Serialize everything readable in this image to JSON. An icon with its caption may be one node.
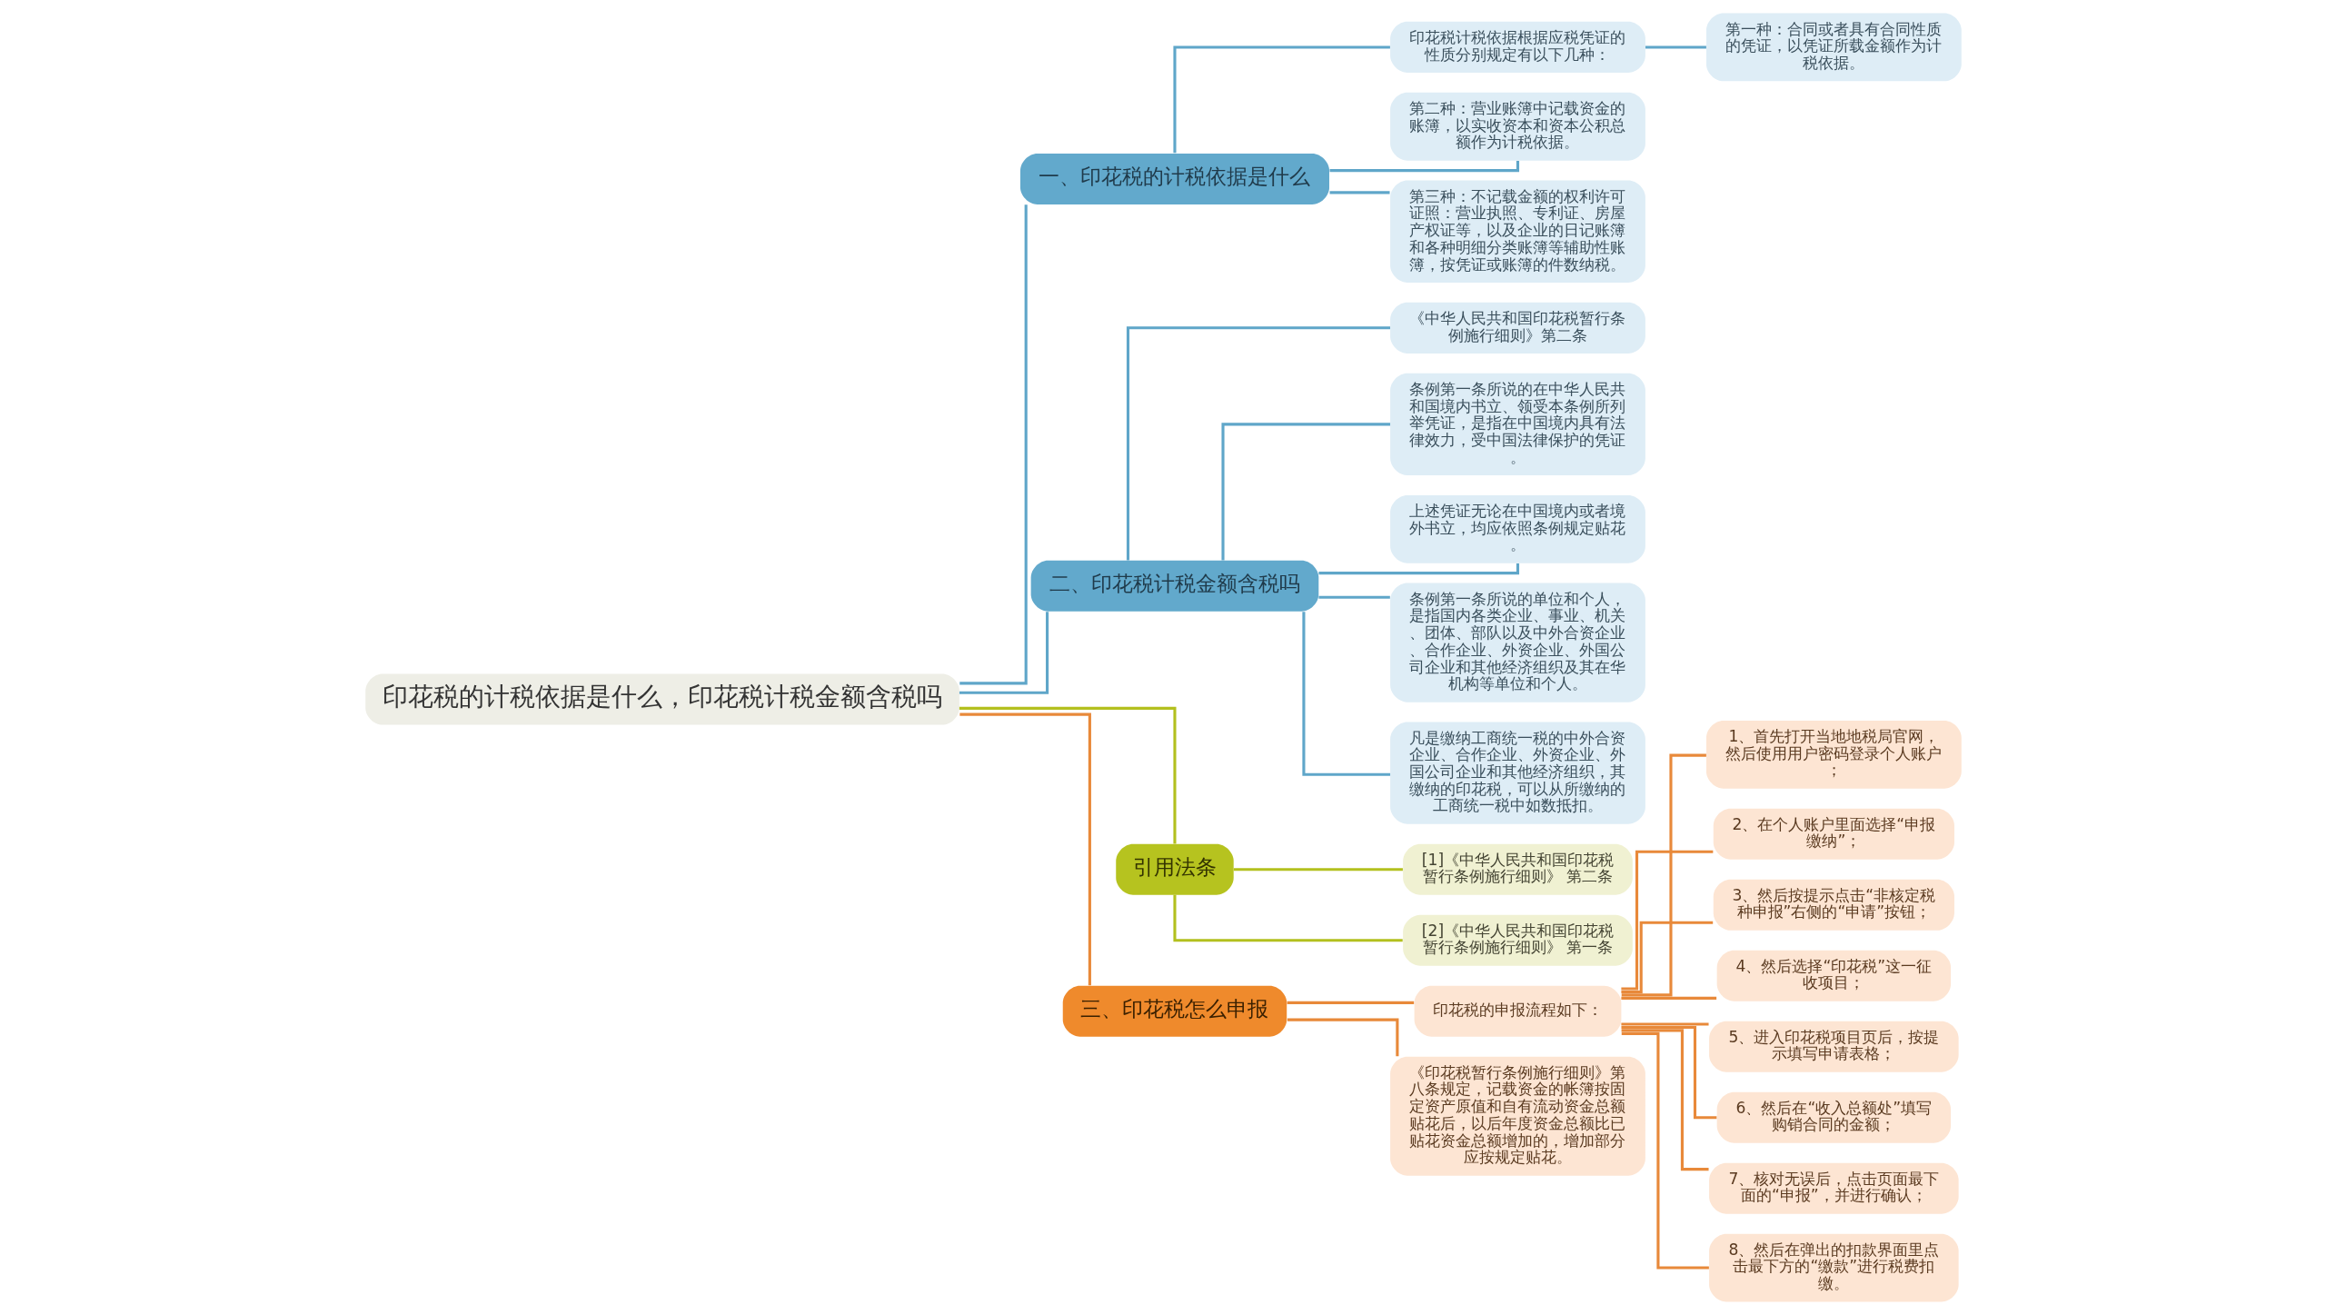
{
  "diagram": {
    "nodes": [
      {
        "text": [
          "印花税的计税依据是什么，印花税计税金额含税吗"
        ]
      },
      {
        "text": [
          "一、印花税的计税依据是什么"
        ]
      },
      {
        "text": [
          "印花税计税依据根据应税凭证的性质分别规定有以下几种："
        ]
      },
      {
        "text": [
          "第一种：合同或者具有合同性质的凭证，以凭证所载金额作为计税依据。"
        ]
      },
      {
        "text": [
          "第二种：营业账簿中记载资金的账簿，以实收资本和资本公积总额作为计税依据。"
        ]
      },
      {
        "text": [
          "第三种：不记载金额的权利许可证照：营业执照、专利证、房屋产权证等，以及企业的日记账簿和各种明细分类账簿等辅助性账簿，按凭证或账簿的件数纳税。"
        ]
      },
      {
        "text": [
          "二、印花税计税金额含税吗"
        ]
      },
      {
        "text": [
          "《中华人民共和国印花税暂行条例施行细则》第二条"
        ]
      },
      {
        "text": [
          "条例第一条所说的在中华人民共和国境内书立、领受本条例所列举凭证，是指在中国境内具有法律效力，受中国法律保护的凭证。"
        ]
      },
      {
        "text": [
          "上述凭证无论在中国境内或者境外书立，均应依照条例规定贴花。"
        ]
      },
      {
        "text": [
          "条例第一条所说的单位和个人，是指国内各类企业、事业、机关、团体、部队以及中外合资企业、合作企业、外资企业、外国公司企业和其他经济组织及其在华机构等单位和个人。"
        ]
      },
      {
        "text": [
          "凡是缴纳工商统一税的中外合资企业、合作企业、外资企业、外国公司企业和其他经济组织，其缴纳的印花税，可以从所缴纳的工商统一税中如数抵扣。"
        ]
      },
      {
        "text": [
          "引用法条"
        ]
      },
      {
        "text": [
          "[1]《中华人民共和国印花税暂行条例施行细则》 第二条"
        ]
      },
      {
        "text": [
          "[2]《中华人民共和国印花税暂行条例施行细则》 第一条"
        ]
      },
      {
        "text": [
          "三、印花税怎么申报"
        ]
      },
      {
        "text": [
          "印花税的申报流程如下："
        ]
      },
      {
        "text": [
          "1、首先打开当地地税局官网，然后使用用户密码登录个人账户；"
        ]
      },
      {
        "text": [
          "2、在个人账户里面选择“申报缴纳”；"
        ]
      },
      {
        "text": [
          "3、然后按提示点击“非核定税种申报”右侧的“申请”按钮；"
        ]
      },
      {
        "text": [
          "4、然后选择“印花税”这一征收项目；"
        ]
      },
      {
        "text": [
          "5、进入印花税项目页后，按提示填写申请表格；"
        ]
      },
      {
        "text": [
          "6、然后在“收入总额处”填写购销合同的金额；"
        ]
      },
      {
        "text": [
          "7、核对无误后，点击页面最下面的“申报”，并进行确认；"
        ]
      },
      {
        "text": [
          "8、然后在弹出的扣款界面里点击最下方的“缴款”进行税费扣缴。"
        ]
      },
      {
        "text": [
          "《印花税暂行条例施行细则》第八条规定，记载资金的帐簿按固定资产原值和自有流动资金总额贴花后，以后年度资金总额比已贴花资金总额增加的，增加部分应按规定贴花。"
        ]
      }
    ],
    "edges": [
      {
        "from": 0,
        "to": 1,
        "arrow": "none",
        "color": "#5fa6c9"
      },
      {
        "from": 1,
        "to": 2,
        "arrow": "none",
        "color": "#5fa6c9"
      },
      {
        "from": 2,
        "to": 3,
        "arrow": "none",
        "color": "#5fa6c9"
      },
      {
        "from": 1,
        "to": 4,
        "arrow": "none",
        "color": "#5fa6c9"
      },
      {
        "from": 1,
        "to": 5,
        "arrow": "none",
        "color": "#5fa6c9"
      },
      {
        "from": 0,
        "to": 6,
        "arrow": "none",
        "color": "#5fa6c9"
      },
      {
        "from": 6,
        "to": 7,
        "arrow": "none",
        "color": "#5fa6c9"
      },
      {
        "from": 6,
        "to": 8,
        "arrow": "none",
        "color": "#5fa6c9"
      },
      {
        "from": 6,
        "to": 9,
        "arrow": "none",
        "color": "#5fa6c9"
      },
      {
        "from": 6,
        "to": 10,
        "arrow": "none",
        "color": "#5fa6c9"
      },
      {
        "from": 6,
        "to": 11,
        "arrow": "none",
        "color": "#5fa6c9"
      },
      {
        "from": 0,
        "to": 12,
        "arrow": "none",
        "color": "#b3c01e"
      },
      {
        "from": 12,
        "to": 13,
        "arrow": "none",
        "color": "#b3c01e"
      },
      {
        "from": 12,
        "to": 14,
        "arrow": "none",
        "color": "#b3c01e"
      },
      {
        "from": 0,
        "to": 15,
        "arrow": "none",
        "color": "#e8893a"
      },
      {
        "from": 15,
        "to": 16,
        "arrow": "none",
        "color": "#e8893a"
      },
      {
        "from": 16,
        "to": 17,
        "arrow": "none",
        "color": "#e8893a"
      },
      {
        "from": 16,
        "to": 18,
        "arrow": "none",
        "color": "#e8893a"
      },
      {
        "from": 16,
        "to": 19,
        "arrow": "none",
        "color": "#e8893a"
      },
      {
        "from": 16,
        "to": 20,
        "arrow": "none",
        "color": "#e8893a"
      },
      {
        "from": 16,
        "to": 21,
        "arrow": "none",
        "color": "#e8893a"
      },
      {
        "from": 16,
        "to": 22,
        "arrow": "none",
        "color": "#e8893a"
      },
      {
        "from": 16,
        "to": 23,
        "arrow": "none",
        "color": "#e8893a"
      },
      {
        "from": 16,
        "to": 24,
        "arrow": "none",
        "color": "#e8893a"
      },
      {
        "from": 15,
        "to": 25,
        "arrow": "none",
        "color": "#e8893a"
      }
    ]
  }
}
